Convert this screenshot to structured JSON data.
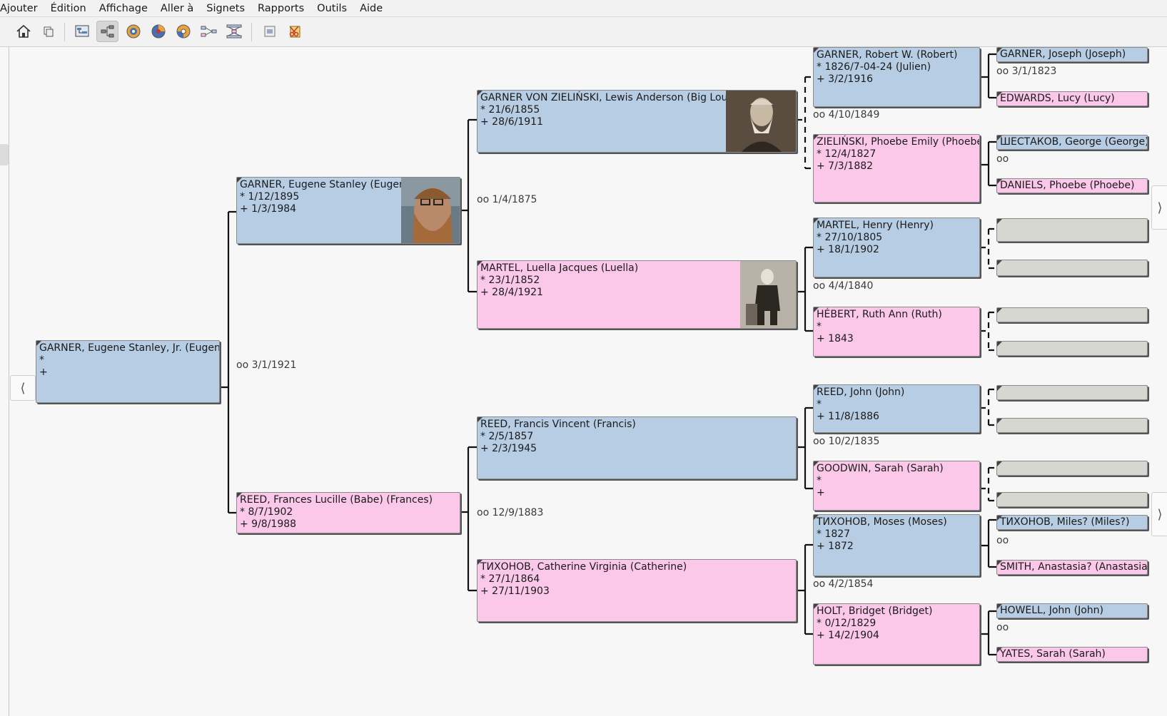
{
  "menu": [
    "Ajouter",
    "Édition",
    "Affichage",
    "Aller à",
    "Signets",
    "Rapports",
    "Outils",
    "Aide"
  ],
  "toolbar": [
    {
      "name": "home-icon"
    },
    {
      "name": "copy-icon"
    },
    {
      "name": "pedigree-view-icon"
    },
    {
      "name": "tree-view-icon",
      "active": true
    },
    {
      "name": "fan-chart-icon"
    },
    {
      "name": "descendant-fan-icon"
    },
    {
      "name": "two-way-fan-icon"
    },
    {
      "name": "graph-view-icon"
    },
    {
      "name": "hourglass-view-icon"
    },
    {
      "name": "media-icon"
    },
    {
      "name": "clipboard-scissors-icon"
    }
  ],
  "nav": {
    "back": "⟨",
    "forward": "⟩"
  },
  "people": {
    "p0": {
      "name": "GARNER, Eugene Stanley, Jr. (Eugene)",
      "birth": "*",
      "death": "+"
    },
    "p1": {
      "name": "GARNER, Eugene Stanley (Eugene)",
      "birth": "* 1/12/1895",
      "death": "+ 1/3/1984"
    },
    "p2": {
      "name": "REED, Frances Lucille (Babe) (Frances)",
      "birth": "* 8/7/1902",
      "death": "+ 9/8/1988"
    },
    "p3": {
      "name": "GARNER VON ZIELIŃSKI, Lewis Anderson (Big Louie)",
      "birth": "* 21/6/1855",
      "death": "+ 28/6/1911"
    },
    "p4": {
      "name": "MARTEL, Luella Jacques (Luella)",
      "birth": "* 23/1/1852",
      "death": "+ 28/4/1921"
    },
    "p5": {
      "name": "REED, Francis Vincent (Francis)",
      "birth": "* 2/5/1857",
      "death": "+ 2/3/1945"
    },
    "p6": {
      "name": "ТИХОНОВ, Catherine Virginia (Catherine)",
      "birth": "* 27/1/1864",
      "death": "+ 27/11/1903"
    },
    "p7": {
      "name": "GARNER, Robert W. (Robert)",
      "birth": "* 1826/7-04-24 (Julien)",
      "death": "+ 3/2/1916"
    },
    "p8": {
      "name": "ZIELIŃSKI, Phoebe Emily (Phoebe)",
      "birth": "* 12/4/1827",
      "death": "+ 7/3/1882"
    },
    "p9": {
      "name": "MARTEL, Henry (Henry)",
      "birth": "* 27/10/1805",
      "death": "+ 18/1/1902"
    },
    "p10": {
      "name": "HÉBERT, Ruth Ann (Ruth)",
      "birth": "*",
      "death": "+ 1843"
    },
    "p11": {
      "name": "REED, John (John)",
      "birth": "*",
      "death": "+ 11/8/1886"
    },
    "p12": {
      "name": "GOODWIN, Sarah (Sarah)",
      "birth": "*",
      "death": "+"
    },
    "p13": {
      "name": "ТИХОНОВ, Moses (Moses)",
      "birth": "* 1827",
      "death": "+ 1872"
    },
    "p14": {
      "name": "HOLT, Bridget (Bridget)",
      "birth": "* 0/12/1829",
      "death": "+ 14/2/1904"
    },
    "p15": {
      "name": "GARNER, Joseph (Joseph)"
    },
    "p16": {
      "name": "EDWARDS, Lucy (Lucy)"
    },
    "p17": {
      "name": "ШЕСТАКОВ, George (George)"
    },
    "p18": {
      "name": "DANIELS, Phoebe (Phoebe)"
    },
    "p27": {
      "name": "ТИХОНОВ, Miles? (Miles?)"
    },
    "p28": {
      "name": "SMITH, Anastasia? (Anastasia?)"
    },
    "p29": {
      "name": "HOWELL, John (John)"
    },
    "p30": {
      "name": "YATES, Sarah (Sarah)"
    }
  },
  "marriages": {
    "m1": "oo 3/1/1921",
    "m2": "oo 1/4/1875",
    "m3": "oo 12/9/1883",
    "m4": "oo 4/10/1849",
    "m5": "oo 4/4/1840",
    "m6": "oo 10/2/1835",
    "m7": "oo 4/2/1854",
    "m8": "oo 3/1/1823",
    "m9": "oo",
    "m10": "oo",
    "m11": "oo"
  }
}
